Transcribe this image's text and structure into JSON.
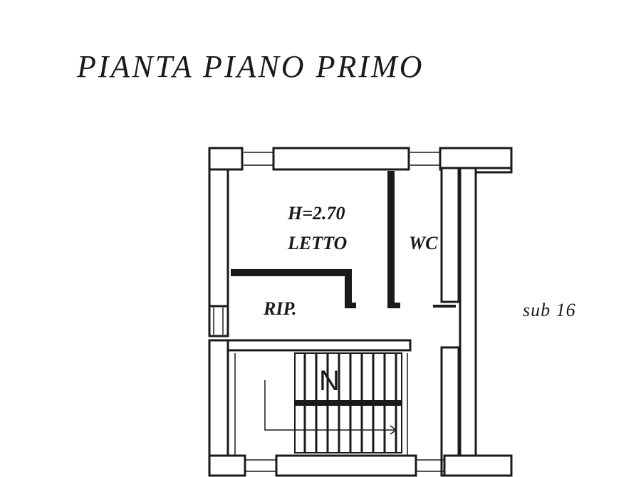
{
  "plan": {
    "title": "PIANTA PIANO PRIMO",
    "rooms": [
      {
        "name": "bedroom",
        "height_label": "H=2.70",
        "label": "LETTO"
      },
      {
        "name": "wc",
        "label": "WC"
      },
      {
        "name": "storage",
        "label": "RIP."
      },
      {
        "name": "neighbor-unit",
        "label": "sub 16"
      }
    ],
    "north_arrow": "N"
  }
}
